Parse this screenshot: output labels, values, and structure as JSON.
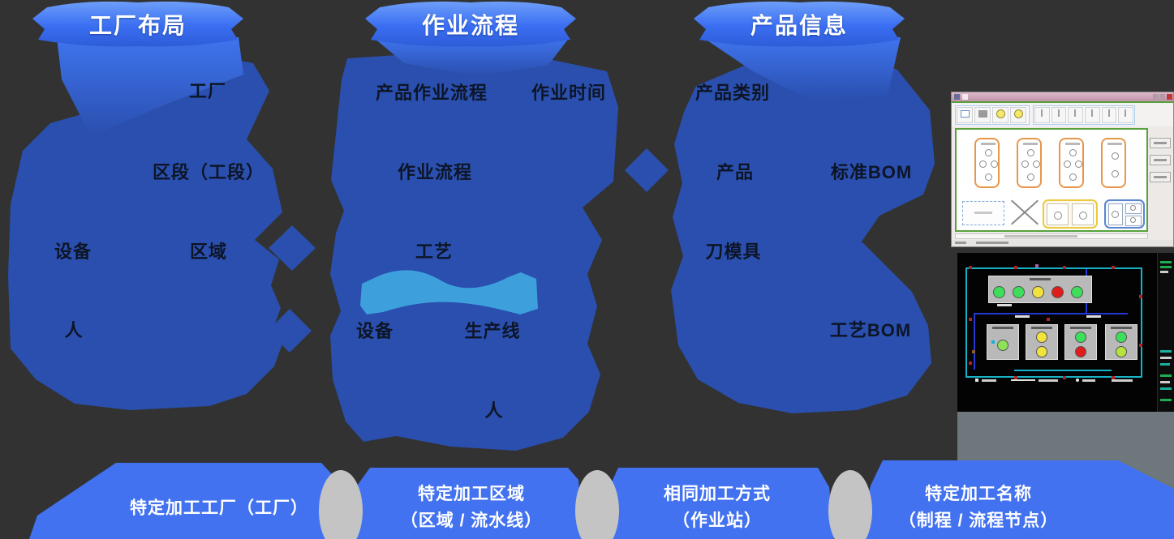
{
  "headers": {
    "factory_layout": "工厂布局",
    "work_process": "作业流程",
    "product_info": "产品信息"
  },
  "factory": {
    "factory": "工厂",
    "section": "区段（工段）",
    "equipment": "设备",
    "area": "区域",
    "person": "人"
  },
  "process": {
    "product_flow": "产品作业流程",
    "work_time": "作业时间",
    "flow": "作业流程",
    "craft": "工艺",
    "equipment": "设备",
    "line": "生产线",
    "person": "人"
  },
  "product": {
    "category": "产品类别",
    "product": "产品",
    "standard_bom": "标准BOM",
    "die_mold": "刀模具",
    "process_bom": "工艺BOM"
  },
  "footers": [
    {
      "line1": "特定加工工厂（工厂）",
      "line2": ""
    },
    {
      "line1": "特定加工区域",
      "line2": "（区域 / 流水线）"
    },
    {
      "line1": "相同加工方式",
      "line2": "（作业站）"
    },
    {
      "line1": "特定加工名称",
      "line2": "（制程 / 流程节点）"
    }
  ],
  "colors": {
    "background": "#323232",
    "blob_blue": "#2a4fae",
    "header_light": "#6d9ef9",
    "header_dark": "#2e5cd8",
    "ribbon_blue": "#4272ef",
    "wave_blue": "#3da0dd",
    "connector_gray": "#c4c4c4",
    "status_green": "#3ddf5a",
    "status_yellow": "#f2e23c",
    "status_red": "#e01c1c",
    "cad_wall_cyan": "#17b3c9",
    "cad_line_blue": "#2336d8"
  }
}
